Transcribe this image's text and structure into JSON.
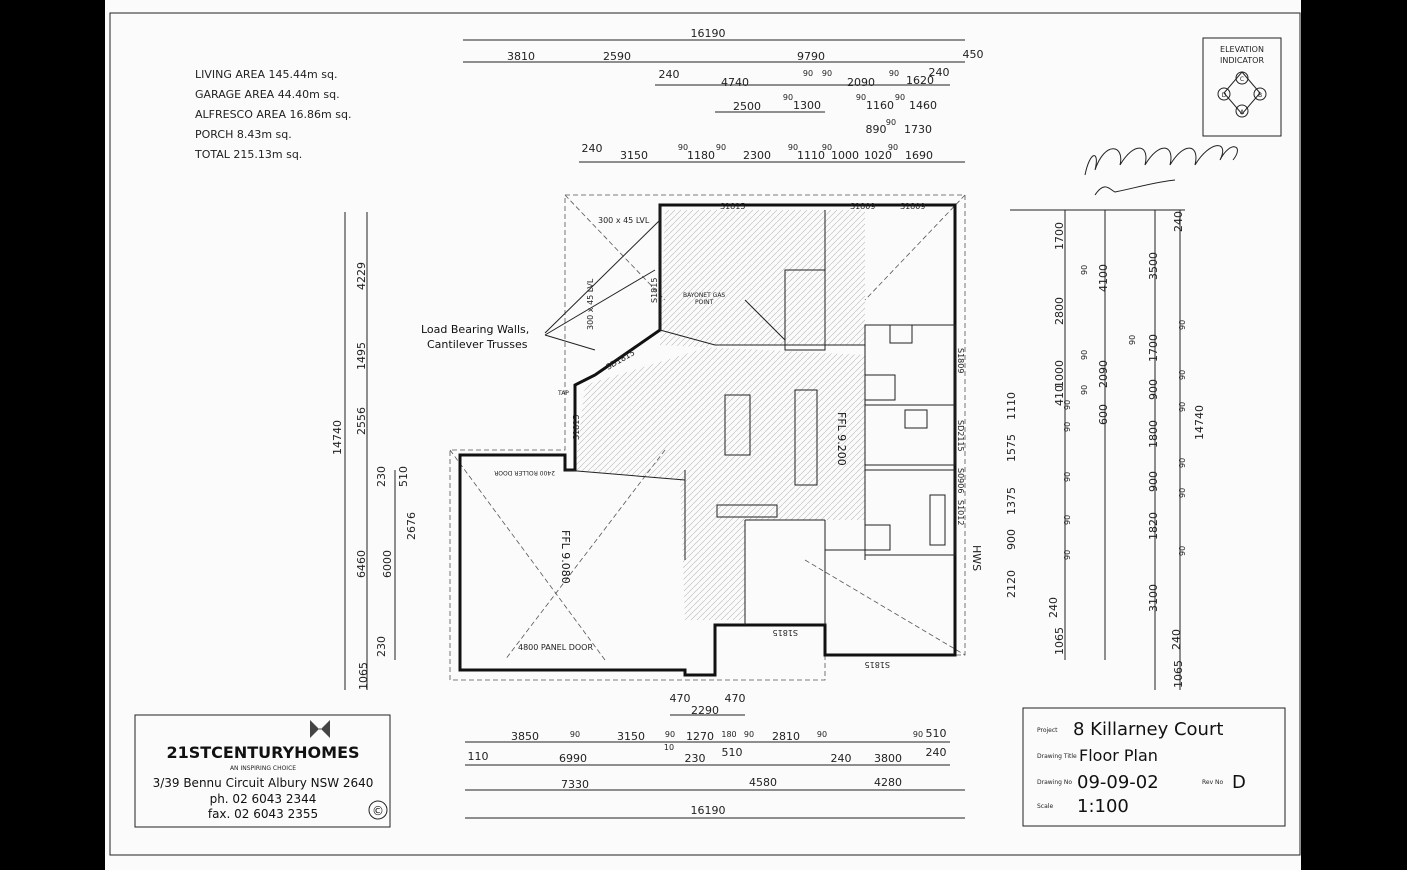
{
  "areas": [
    "LIVING AREA 145.44m sq.",
    "GARAGE AREA 44.40m sq.",
    "ALFRESCO AREA 16.86m sq.",
    "PORCH 8.43m sq.",
    "TOTAL 215.13m sq."
  ],
  "elevation_indicator": {
    "title_line1": "ELEVATION",
    "title_line2": "INDICATOR",
    "labels": [
      "C",
      "D",
      "B",
      "A"
    ]
  },
  "annotations": {
    "load_bearing_line1": "Load Bearing Walls,",
    "load_bearing_line2": "Cantilever Trusses",
    "lvl_top": "300 x 45 LVL",
    "lvl_side": "300 x 45 LVL",
    "gas_line1": "BAYONET GAS",
    "gas_line2": "POINT",
    "ffl_main": "FFL 9.200",
    "ffl_garage": "FFL 9.080",
    "roller_door": "2400 ROLLER DOOR",
    "panel_door": "4800 PANEL DOOR",
    "hws": "HWS",
    "tap": "TAP",
    "window_labels": [
      "S1815",
      "S1809",
      "S1809",
      "S1815",
      "SD1815",
      "S1815",
      "S1815",
      "S1815",
      "S1809",
      "SD2115",
      "S0906",
      "S1012"
    ]
  },
  "top_dims": {
    "overall": "16190",
    "row1": [
      "3810",
      "2590",
      "9790",
      "450"
    ],
    "row2": [
      "240",
      "4740",
      "90",
      "90",
      "2090",
      "90",
      "1620",
      "240"
    ],
    "row3": [
      "2500",
      "90",
      "1300",
      "90",
      "1160",
      "90",
      "1460"
    ],
    "row4": [
      "890",
      "90",
      "1730"
    ],
    "row5": [
      "240",
      "3150",
      "90",
      "1180",
      "90",
      "2300",
      "90",
      "1110",
      "90",
      "1000",
      "1020",
      "90",
      "1690"
    ]
  },
  "bottom_dims": {
    "row1": [
      "3850",
      "90",
      "3150",
      "90",
      "1270",
      "180",
      "90",
      "2810",
      "90",
      "90",
      "510"
    ],
    "row1b": [
      "110",
      "6990",
      "10",
      "230",
      "510",
      "240",
      "3800",
      "240"
    ],
    "porch": [
      "470",
      "470",
      "2290"
    ],
    "row2": [
      "7330",
      "4580",
      "4280"
    ],
    "overall": "16190"
  },
  "left_dims": {
    "overall": "14740",
    "segments": [
      "4229",
      "1495",
      "2556",
      "230",
      "6460",
      "230",
      "1065"
    ],
    "inner": [
      "510",
      "2676",
      "6000"
    ]
  },
  "right_dims": {
    "overall": "14740",
    "col1": [
      "1700",
      "2800",
      "1000",
      "410",
      "1110",
      "1575",
      "1375",
      "900",
      "2120",
      "240",
      "1065"
    ],
    "col2": [
      "90",
      "90",
      "90",
      "90",
      "90",
      "90",
      "90",
      "90",
      "90"
    ],
    "col3": [
      "4100",
      "2090",
      "600"
    ],
    "col4": [
      "3500",
      "1700",
      "900",
      "1800",
      "900",
      "1820",
      "3100",
      "240",
      "1065"
    ],
    "col5": [
      "240",
      "90",
      "90",
      "90",
      "90",
      "90",
      "90"
    ]
  },
  "company": {
    "name": "21STCENTURYHOMES",
    "tagline": "AN INSPIRING CHOICE",
    "address": "3/39 Bennu Circuit Albury NSW 2640",
    "phone": "ph. 02 6043 2344",
    "fax": "fax. 02 6043 2355",
    "copyright": "©"
  },
  "title_block": {
    "project_label": "Project",
    "project": "8 Killarney Court",
    "drawing_title_label": "Drawing Title",
    "drawing_title": "Floor Plan",
    "drawing_no_label": "Drawing No",
    "drawing_no": "09-09-02",
    "rev_label": "Rev No",
    "rev": "D",
    "scale_label": "Scale",
    "scale": "1:100"
  }
}
